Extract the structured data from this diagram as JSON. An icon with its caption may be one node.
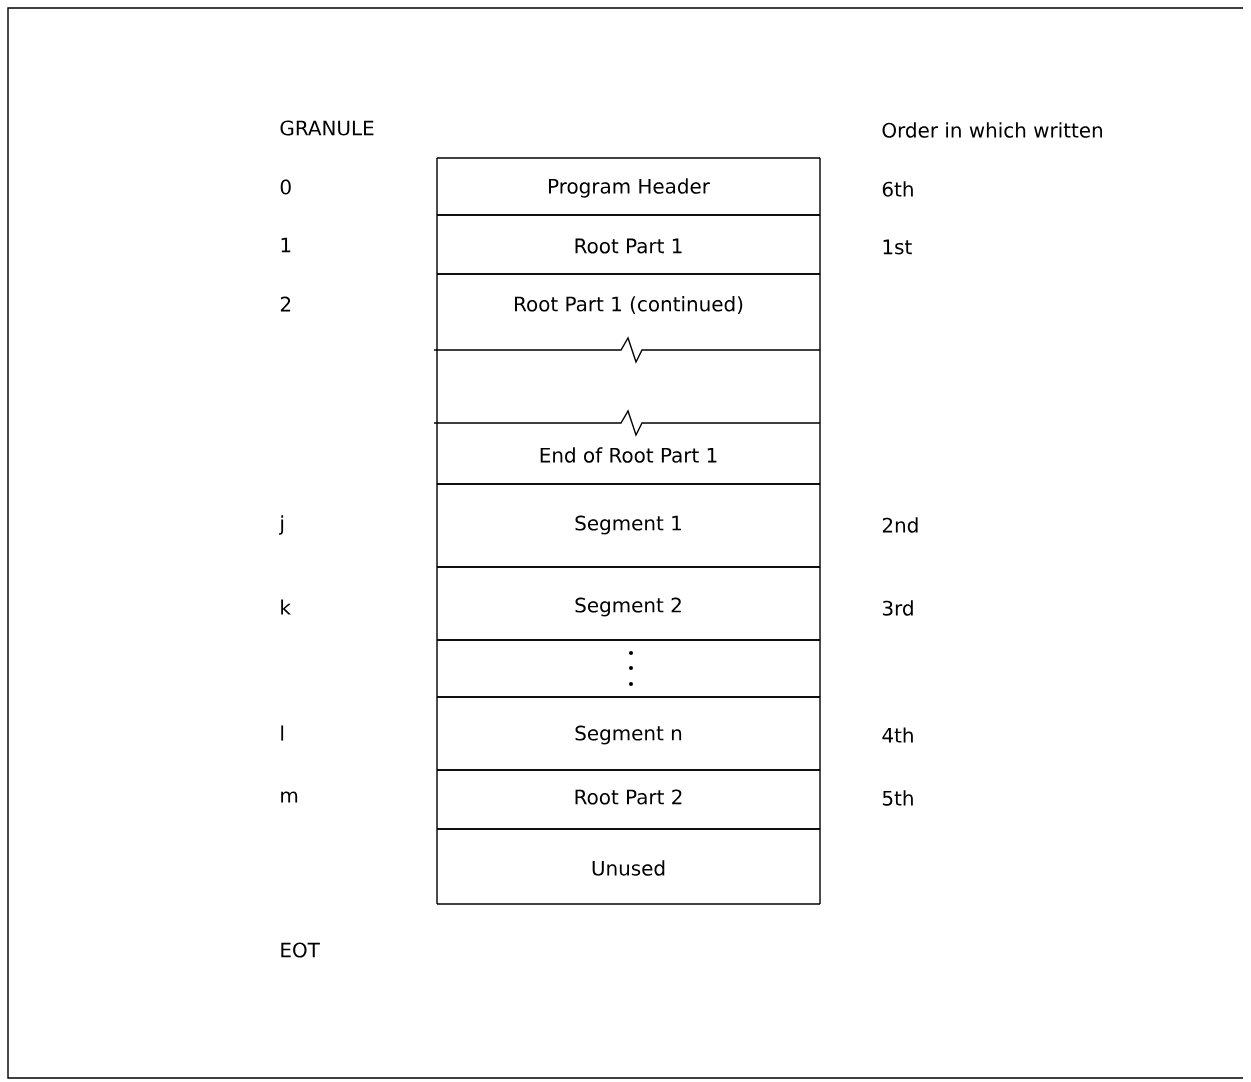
{
  "diagram": {
    "nodes": [
      {
        "text": [
          "Program Header"
        ]
      },
      {
        "text": [
          "Root Part 1"
        ]
      },
      {
        "text": [
          "Root Part 1 (continued)"
        ]
      },
      {
        "text": [],
        "shape": "box"
      },
      {
        "text": [
          "End of Root Part 1"
        ]
      },
      {
        "text": [
          "Segment 1"
        ]
      },
      {
        "text": [
          "Segment 2"
        ]
      },
      {
        "text": [],
        "shape": "box"
      },
      {
        "text": [
          "Segment n"
        ]
      },
      {
        "text": [
          "Root Part 2"
        ]
      },
      {
        "text": [
          "Unused"
        ]
      }
    ],
    "labels": [
      "GRANULE",
      "Order in which written",
      "0",
      "6th",
      "1",
      "1st",
      "2",
      "j",
      "2nd",
      "k",
      "3rd",
      "l",
      "4th",
      "m",
      "5th",
      "EOT"
    ]
  }
}
